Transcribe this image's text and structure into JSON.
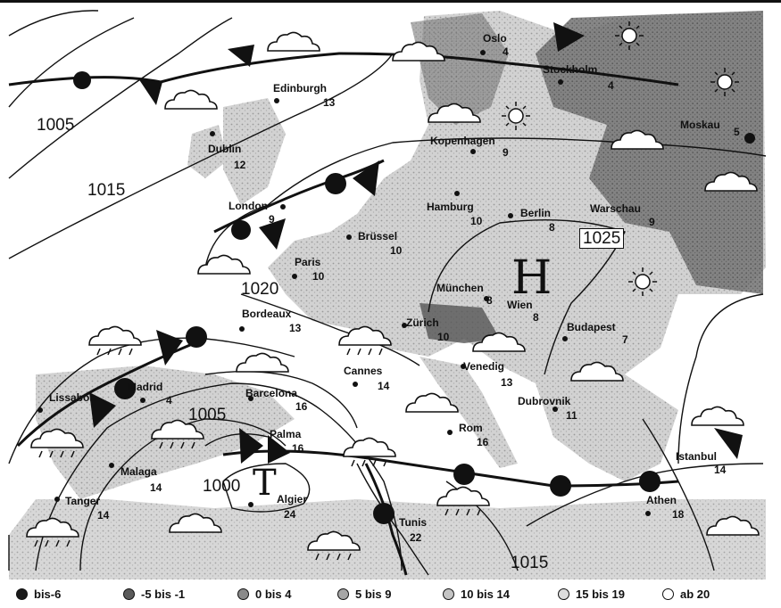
{
  "cities": [
    {
      "id": "oslo",
      "name": "Oslo",
      "temp": "4"
    },
    {
      "id": "stockholm",
      "name": "Stockholm",
      "temp": "4"
    },
    {
      "id": "moskau",
      "name": "Moskau",
      "temp": "5"
    },
    {
      "id": "edinburgh",
      "name": "Edinburgh",
      "temp": "13"
    },
    {
      "id": "dublin",
      "name": "Dublin",
      "temp": "12"
    },
    {
      "id": "kopenhagen",
      "name": "Kopenhagen",
      "temp": "9"
    },
    {
      "id": "london",
      "name": "London",
      "temp": "9"
    },
    {
      "id": "hamburg",
      "name": "Hamburg",
      "temp": "10"
    },
    {
      "id": "berlin",
      "name": "Berlin",
      "temp": "8"
    },
    {
      "id": "warschau",
      "name": "Warschau",
      "temp": "9"
    },
    {
      "id": "bruessel",
      "name": "Brüssel",
      "temp": "10"
    },
    {
      "id": "paris",
      "name": "Paris",
      "temp": "10"
    },
    {
      "id": "muenchen",
      "name": "München",
      "temp": "8"
    },
    {
      "id": "wien",
      "name": "Wien",
      "temp": "8"
    },
    {
      "id": "bordeaux",
      "name": "Bordeaux",
      "temp": "13"
    },
    {
      "id": "budapest",
      "name": "Budapest",
      "temp": "7"
    },
    {
      "id": "zuerich",
      "name": "Zürich",
      "temp": "10"
    },
    {
      "id": "cannes",
      "name": "Cannes",
      "temp": "14"
    },
    {
      "id": "venedig",
      "name": "Venedig",
      "temp": "13"
    },
    {
      "id": "lissabon",
      "name": "Lissabon",
      "temp": ""
    },
    {
      "id": "madrid",
      "name": "Madrid",
      "temp": "4"
    },
    {
      "id": "barcelona",
      "name": "Barcelona",
      "temp": "16"
    },
    {
      "id": "dubrovnik",
      "name": "Dubrovnik",
      "temp": "11"
    },
    {
      "id": "rom",
      "name": "Rom",
      "temp": "16"
    },
    {
      "id": "palma",
      "name": "Palma",
      "temp": "16"
    },
    {
      "id": "istanbul",
      "name": "Istanbul",
      "temp": "14"
    },
    {
      "id": "malaga",
      "name": "Malaga",
      "temp": "14"
    },
    {
      "id": "tanger",
      "name": "Tanger",
      "temp": "14"
    },
    {
      "id": "algier",
      "name": "Algier",
      "temp": "24"
    },
    {
      "id": "tunis",
      "name": "Tunis",
      "temp": "22"
    },
    {
      "id": "athen",
      "name": "Athen",
      "temp": "18"
    }
  ],
  "isobar_labels": [
    "1005",
    "1015",
    "1025",
    "1020",
    "1005",
    "1000",
    "1015"
  ],
  "pressure_centers": {
    "high": "H",
    "low": "T"
  },
  "legend": [
    {
      "label": "bis-6",
      "fill": "#1a1a1a"
    },
    {
      "label": "-5 bis -1",
      "fill": "#5a5a5a"
    },
    {
      "label": "0 bis 4",
      "fill": "#8a8a8a"
    },
    {
      "label": "5 bis 9",
      "fill": "#a6a6a6"
    },
    {
      "label": "10 bis 14",
      "fill": "#c4c4c4"
    },
    {
      "label": "15 bis 19",
      "fill": "#dcdcdc"
    },
    {
      "label": "ab 20",
      "fill": "#ffffff"
    }
  ],
  "colors": {
    "ink": "#111111",
    "land": "#c9c9c9",
    "land_dark": "#7d7d7d",
    "sea": "#ffffff"
  }
}
